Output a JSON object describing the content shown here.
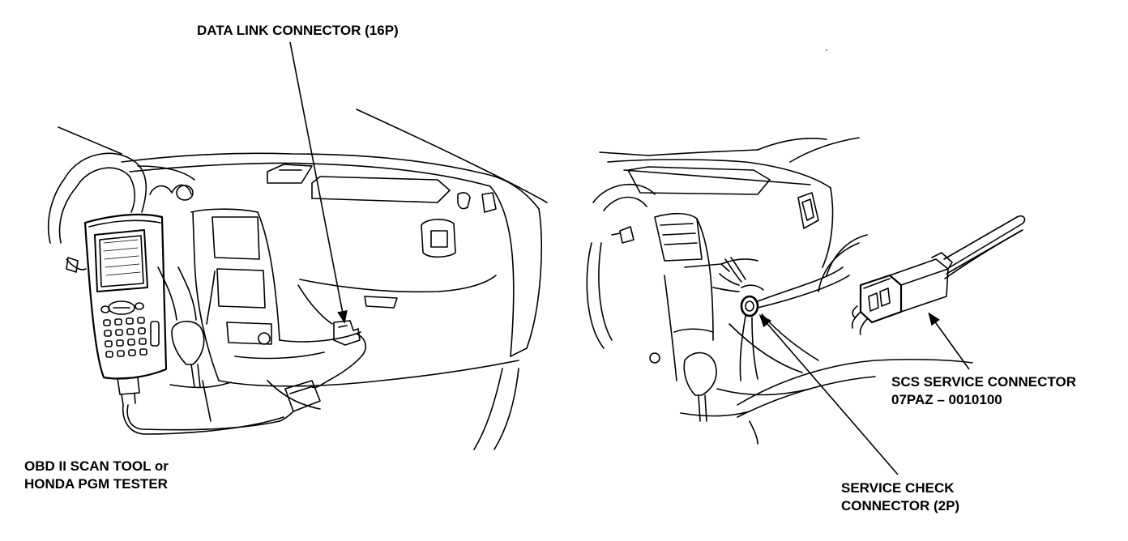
{
  "labels": {
    "data_link_connector": "DATA LINK CONNECTOR (16P)",
    "scan_tool_line1": "OBD II SCAN TOOL or",
    "scan_tool_line2": "HONDA PGM TESTER",
    "scs_line1": "SCS SERVICE CONNECTOR",
    "scs_line2": "07PAZ – 0010100",
    "service_check_line1": "SERVICE CHECK",
    "service_check_line2": "CONNECTOR (2P)"
  },
  "colors": {
    "ink": "#000000",
    "paper": "#ffffff"
  }
}
